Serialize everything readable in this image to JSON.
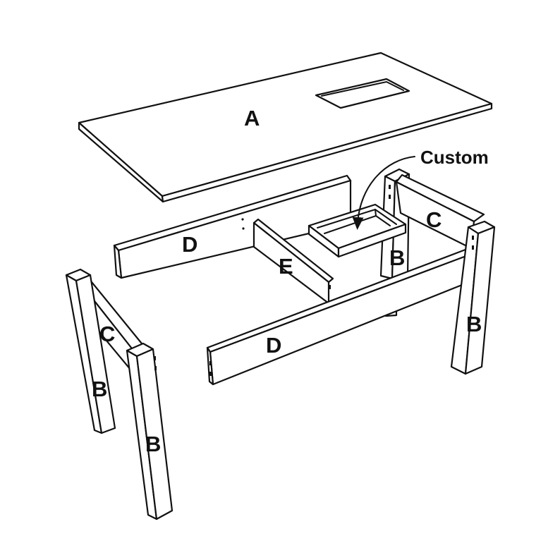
{
  "labels": {
    "tabletop": "A",
    "leg": "B",
    "end_rail": "C",
    "side_rail": "D",
    "divider": "E",
    "custom": "Custom"
  },
  "colors": {
    "line": "#111111",
    "fill": "#ffffff"
  }
}
